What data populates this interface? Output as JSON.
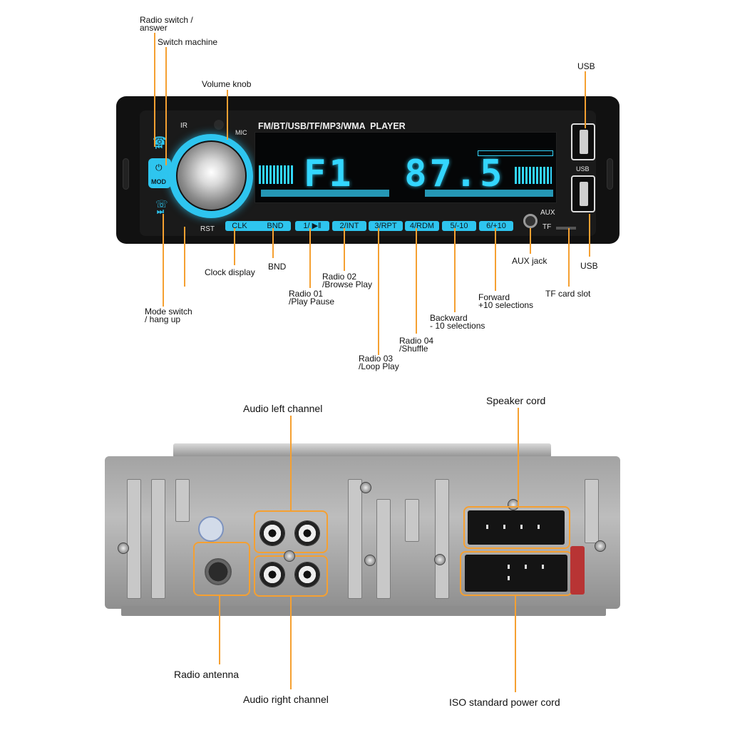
{
  "front_panel": {
    "title": "FM/BT/USB/TF/MP3/WMA  PLAYER",
    "display": "F1  87.5",
    "ir": "IR",
    "mic": "MIC",
    "rst": "RST",
    "mod": "MOD",
    "aux": "AUX",
    "tf": "TF",
    "usb": "USB",
    "buttons": [
      "CLK",
      "BND",
      "1/ ▶‖",
      "2/INT",
      "3/RPT",
      "4/RDM",
      "5/-10",
      "6/+10"
    ]
  },
  "callouts_top": {
    "radio_switch": "Radio switch /\nanswer",
    "switch_machine": "Switch machine",
    "volume_knob": "Volume knob",
    "usb_top": "USB",
    "clock_display": "Clock display",
    "bnd": "BND",
    "radio02": "Radio 02\n/Browse Play",
    "radio01": "Radio 01\n/Play Pause",
    "mode_switch": "Mode switch\n/ hang up",
    "radio03": "Radio 03\n/Loop Play",
    "radio04": "Radio 04\n/Shuffle",
    "backward": "Backward\n- 10 selections",
    "forward": "Forward\n+10 selections",
    "aux_jack": "AUX jack",
    "usb_bottom": "USB",
    "tf_card_slot": "TF card slot"
  },
  "callouts_bottom": {
    "audio_left": "Audio left channel",
    "speaker_cord": "Speaker cord",
    "radio_antenna": "Radio antenna",
    "audio_right": "Audio right channel",
    "iso_power": "ISO standard power cord"
  },
  "colors": {
    "accent": "#f5a031",
    "display_blue": "#2ec5ef",
    "panel": "#111111"
  }
}
